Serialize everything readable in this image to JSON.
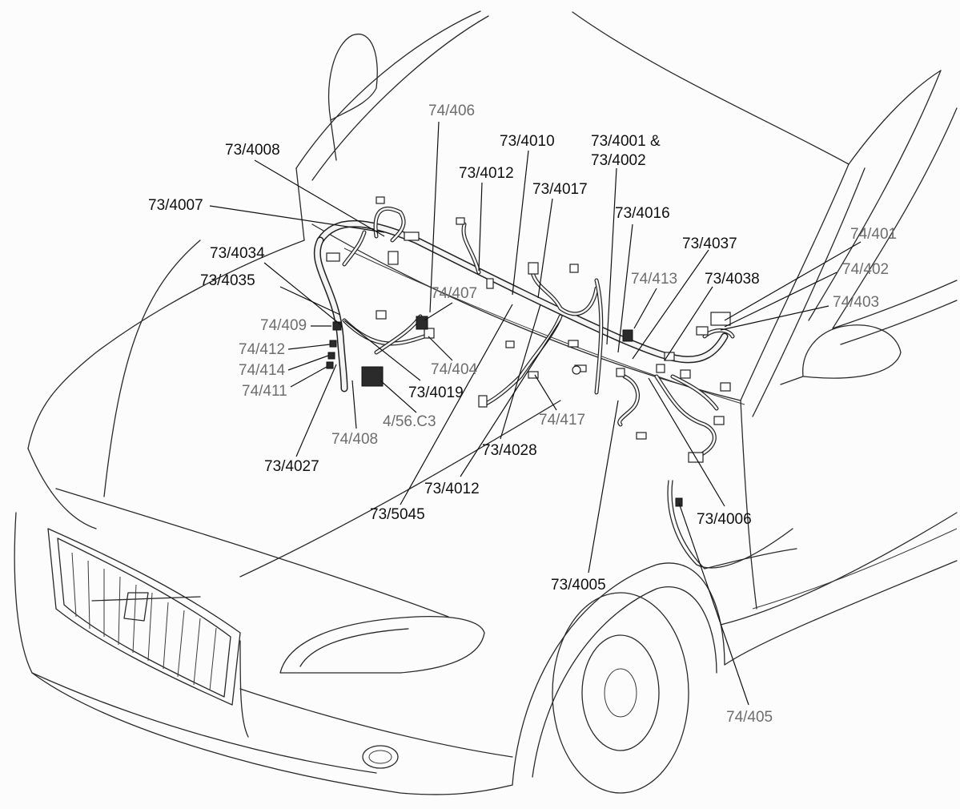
{
  "colors": {
    "primary_label": "#111111",
    "secondary_label": "#6e6e6e",
    "line": "#111111"
  },
  "labels": [
    {
      "id": "l_74_406",
      "text": "74/406",
      "style": "secondary"
    },
    {
      "id": "l_73_4010",
      "text": "73/4010",
      "style": "primary"
    },
    {
      "id": "l_73_4001a",
      "text": "73/4001 &",
      "style": "primary"
    },
    {
      "id": "l_73_4001b",
      "text": "73/4002",
      "style": "primary"
    },
    {
      "id": "l_73_4008",
      "text": "73/4008",
      "style": "primary"
    },
    {
      "id": "l_73_4012a",
      "text": "73/4012",
      "style": "primary"
    },
    {
      "id": "l_73_4017",
      "text": "73/4017",
      "style": "primary"
    },
    {
      "id": "l_73_4007",
      "text": "73/4007",
      "style": "primary"
    },
    {
      "id": "l_73_4016",
      "text": "73/4016",
      "style": "primary"
    },
    {
      "id": "l_74_401",
      "text": "74/401",
      "style": "secondary"
    },
    {
      "id": "l_73_4037",
      "text": "73/4037",
      "style": "primary"
    },
    {
      "id": "l_73_4034",
      "text": "73/4034",
      "style": "primary"
    },
    {
      "id": "l_74_402",
      "text": "74/402",
      "style": "secondary"
    },
    {
      "id": "l_74_413",
      "text": "74/413",
      "style": "secondary"
    },
    {
      "id": "l_73_4038",
      "text": "73/4038",
      "style": "primary"
    },
    {
      "id": "l_73_4035",
      "text": "73/4035",
      "style": "primary"
    },
    {
      "id": "l_74_407",
      "text": "74/407",
      "style": "secondary"
    },
    {
      "id": "l_74_403",
      "text": "74/403",
      "style": "secondary"
    },
    {
      "id": "l_74_409",
      "text": "74/409",
      "style": "secondary"
    },
    {
      "id": "l_74_412",
      "text": "74/412",
      "style": "secondary"
    },
    {
      "id": "l_74_404",
      "text": "74/404",
      "style": "secondary"
    },
    {
      "id": "l_74_414",
      "text": "74/414",
      "style": "secondary"
    },
    {
      "id": "l_73_4019",
      "text": "73/4019",
      "style": "primary"
    },
    {
      "id": "l_74_411",
      "text": "74/411",
      "style": "secondary"
    },
    {
      "id": "l_74_417",
      "text": "74/417",
      "style": "secondary"
    },
    {
      "id": "l_4_56c3",
      "text": "4/56.C3",
      "style": "secondary"
    },
    {
      "id": "l_74_408",
      "text": "74/408",
      "style": "secondary"
    },
    {
      "id": "l_73_4028",
      "text": "73/4028",
      "style": "primary"
    },
    {
      "id": "l_73_4027",
      "text": "73/4027",
      "style": "primary"
    },
    {
      "id": "l_73_4012b",
      "text": "73/4012",
      "style": "primary"
    },
    {
      "id": "l_73_5045",
      "text": "73/5045",
      "style": "primary"
    },
    {
      "id": "l_73_4006",
      "text": "73/4006",
      "style": "primary"
    },
    {
      "id": "l_73_4005",
      "text": "73/4005",
      "style": "primary"
    },
    {
      "id": "l_74_405",
      "text": "74/405",
      "style": "secondary"
    }
  ]
}
